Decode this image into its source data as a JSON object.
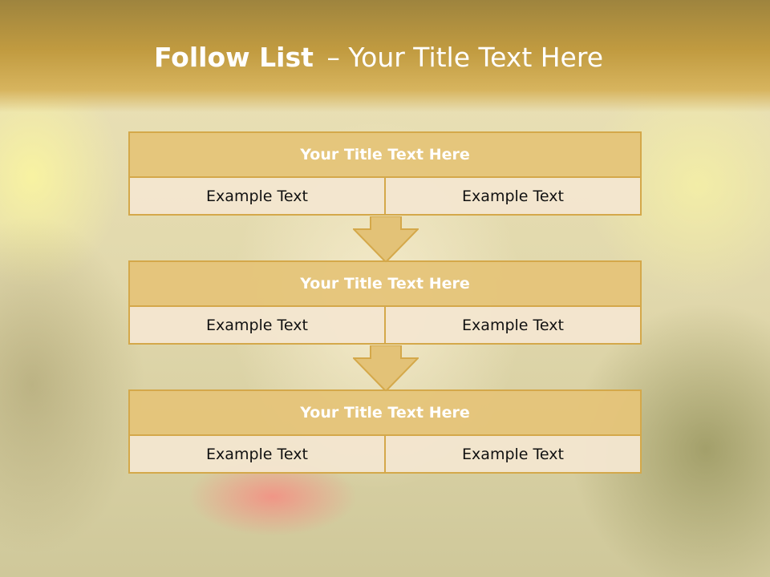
{
  "slide": {
    "title_bold": "Follow List",
    "title_rest": "– Your Title Text Here"
  },
  "blocks": [
    {
      "title": "Your Title Text Here",
      "left": "Example Text",
      "right": "Example Text"
    },
    {
      "title": "Your Title Text Here",
      "left": "Example Text",
      "right": "Example Text"
    },
    {
      "title": "Your Title Text Here",
      "left": "Example Text",
      "right": "Example Text"
    }
  ],
  "colors": {
    "header_gold": "#c19b40",
    "block_title_fill": "#e5c479",
    "block_cell_fill": "#f3e6d0",
    "border": "#d4a84a"
  },
  "icons": [
    "down-arrow-icon",
    "down-arrow-icon"
  ]
}
